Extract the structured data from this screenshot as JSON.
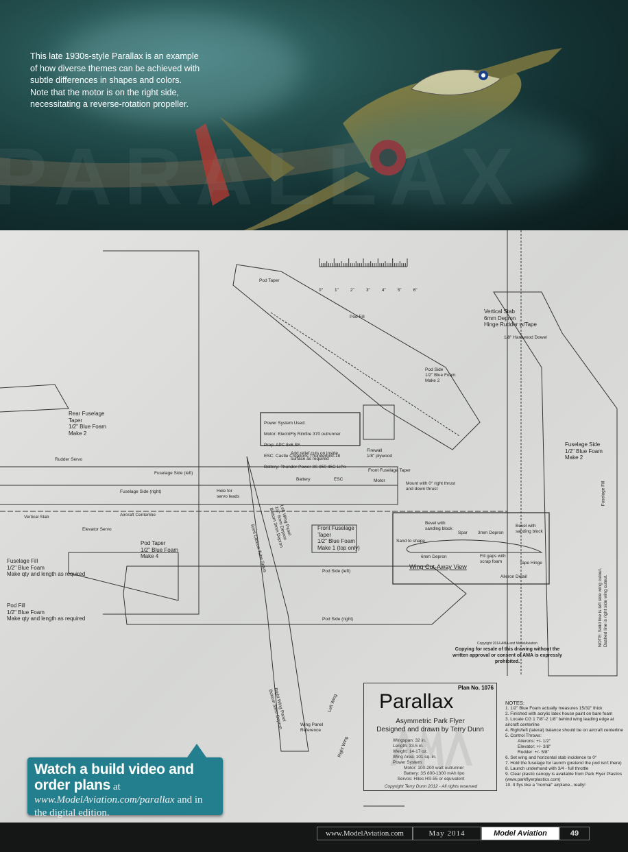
{
  "hero": {
    "caption": "This late 1930s-style Parallax is an example of how diverse themes can be achieved with subtle differences in shapes and colors. Note that the motor is on the right side, necessitating a reverse-rotation propeller.",
    "background_word": "PARALLAX"
  },
  "plan": {
    "labels": [
      "Pod Taper",
      "Pod Fill",
      "Pod Side\n1/2\" Blue Foam\nMake 2",
      "Add relief cuts on inside\nsurface as required",
      "Vertical Stab\n6mm Depron\nHinge Rudder w/Tape",
      "1/8\" Hardwood Dowel",
      "Rear Fuselage\nTaper\n1/2\" Blue Foam\nMake 2",
      "Rudder Servo",
      "Fuselage Side (left)",
      "Fuselage Side (right)",
      "Aircraft Centerline",
      "Vertical Stab",
      "Elevator Servo",
      "Hole for\nservo leads",
      "Battery",
      "ESC",
      "Motor",
      "Front Fuselage Taper",
      "Mount with 0° right thrust\nand down thrust",
      "Firewall\n1/8\" plywood",
      "Pod Taper\n1/2\" Blue Foam\nMake 4",
      "Fuselage Fill\n1/2\" Blue Foam\nMake qty and length as required",
      "Pod Fill\n1/2\" Blue Foam\nMake qty and length as required",
      "Front Fuselage\nTaper\n1/2\" Blue Foam\nMake 1 (top only)",
      "Pod Side (left)",
      "Pod Side (right)",
      "Fuselage Side\n1/2\" Blue Foam\nMake 2",
      "Fuselage Fill",
      "NOTE: Solid line is left side wing cutout.\nDashed line is right side wing cutout.",
      "Wing Panel\nReference",
      "Left Wing",
      "Right Wing",
      "5mm Carbon Tube Spars",
      "Left Wing Panel\n1/4\" 6mm Depron\nBottom 3mm Depron",
      "Right Wing Panel\nBottom 3mm Depron"
    ],
    "ruler": [
      "0\"",
      "1\"",
      "2\"",
      "3\"",
      "4\"",
      "5\"",
      "6\""
    ],
    "power_system": [
      "Power System Used:",
      "Motor: ElectriFly Rimfire 370 outrunner",
      "Prop: APC 8x6 SF",
      "ESC: Castle Creations Thunderbird-18",
      "Battery: Thunder Power 3S 850 45C LiPo"
    ],
    "wing_cutaway": {
      "title": "Wing Cut-Away View",
      "labels": [
        "Bevel with\nsanding block",
        "Spar",
        "3mm Depron",
        "Bevel with\nsanding block",
        "Sand to shape",
        "6mm Depron",
        "Fill gaps with\nscrap foam",
        "Tape Hinge",
        "Aileron Detail"
      ]
    },
    "copyright_notice": {
      "line": "Copyright 2014  AMA  and ModelAviation",
      "text": "Copying for resale of this drawing without the written approval or consent of AMA is expressly prohibited."
    },
    "title_block": {
      "title": "Parallax",
      "plan_no": "Plan No. 1076",
      "subtitle": "Asymmetric Park Flyer",
      "designer": "Designed and drawn by Terry Dunn",
      "specs": [
        "Wingspan: 32 in.",
        "Length: 33.5 in.",
        "Weight: 14-17 oz.",
        "Wing Area: 101 sq. in.",
        "Power System:",
        "Motor: 100-200 watt outrunner",
        "Battery: 3S 800-1300 mAh lipo",
        "Servos: Hitec HS-55 or equivalent",
        "Copyright Terry Dunn 2012 - All rights reserved"
      ],
      "watermark": "AMA"
    },
    "notes": {
      "heading": "NOTES:",
      "items": [
        "1. 1/2\" Blue Foam actually measures 15/32\" thick",
        "2. Finished with acrylic latex house paint on bare foam",
        "3. Locate CG 1 7/8\"-2 1/8\" behind wing leading edge at aircraft centerline",
        "4. Right/left (lateral) balance should be on aircraft centerline",
        "5. Control Throws:",
        "Ailerons: +/- 1/2\"",
        "Elevator: +/- 3/8\"",
        "Rudder: +/- 5/8\"",
        "6. Set wing and horizontal stab incidence to 0°",
        "7. Hold the fuselage for launch (pretend the pod isn't there)",
        "8. Launch underhand with 3/4 - full throttle",
        "9. Clear plastic canopy is available from Park Flyer Plastics (www.parkflyerplastics.com)",
        "10. It flys like a \"normal\" airplane...really!"
      ]
    }
  },
  "callout": {
    "bold": "Watch a build video and order plans",
    "at": " at ",
    "url": "www.ModelAviation.com/parallax",
    "rest": " and in the digital edition.",
    "color": "#237f8e"
  },
  "footer": {
    "url": "www.ModelAviation.com",
    "date": "May 2014",
    "magazine": "Model Aviation",
    "page": "49"
  }
}
